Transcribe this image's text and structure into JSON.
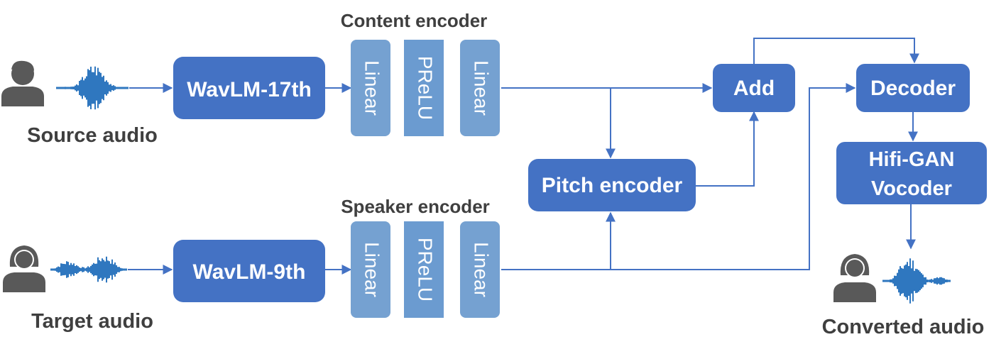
{
  "labels": {
    "source_audio": "Source audio",
    "target_audio": "Target audio",
    "converted_audio": "Converted audio",
    "content_encoder": "Content encoder",
    "speaker_encoder": "Speaker encoder"
  },
  "blocks": {
    "wavlm_17": "WavLM-17th",
    "wavlm_9": "WavLM-9th",
    "pitch_encoder": "Pitch encoder",
    "add": "Add",
    "decoder": "Decoder",
    "hifigan_line1": "Hifi-GAN",
    "hifigan_line2": "Vocoder"
  },
  "layers": {
    "content": [
      "Linear",
      "PReLU",
      "Linear"
    ],
    "speaker": [
      "Linear",
      "PReLU",
      "Linear"
    ]
  },
  "colors": {
    "block": "#4472c4",
    "layer": "#75a1d1",
    "layer_dark": "#6b9bd0",
    "line": "#4472c4",
    "text_dark": "#3f3f3f",
    "icon": "#595959",
    "wave": "#2f77bf"
  }
}
